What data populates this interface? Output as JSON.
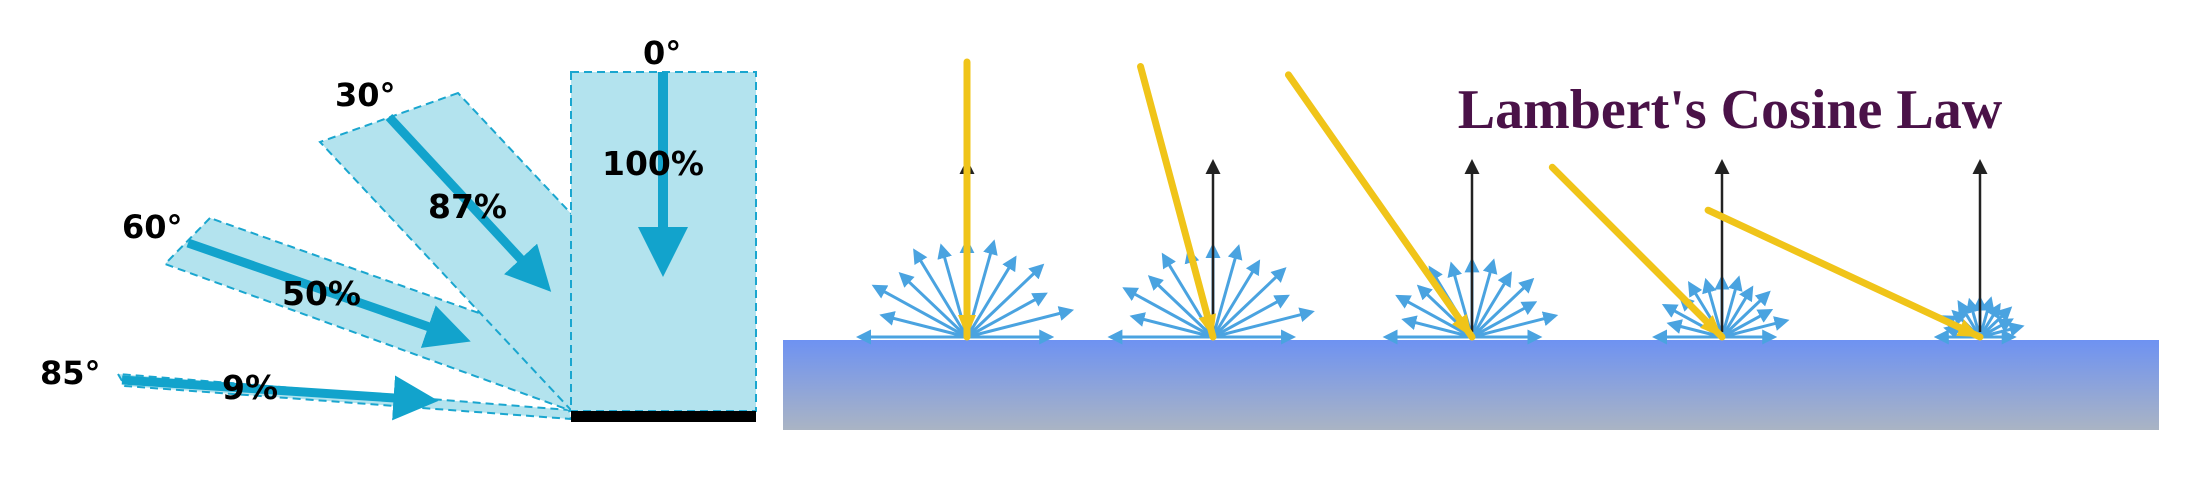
{
  "title": "Lambert's Cosine Law",
  "colors": {
    "beam_fill": "#b3e3ee",
    "beam_edge": "#1aa6cf",
    "beam_arrow": "#12a3cc",
    "sun_ray": "#f0c419",
    "scatter_arrow": "#4aa3e0",
    "normal_arrow": "#222222",
    "surface_top": "#6e92f2",
    "surface_bottom": "#aab4c4",
    "title": "#4a1248"
  },
  "beams": [
    {
      "angle": "0°",
      "percent": "100%",
      "intensity": 1.0
    },
    {
      "angle": "30°",
      "percent": "87%",
      "intensity": 0.87
    },
    {
      "angle": "60°",
      "percent": "50%",
      "intensity": 0.5
    },
    {
      "angle": "85°",
      "percent": "9%",
      "intensity": 0.09
    }
  ],
  "rays": [
    {
      "incidence_deg": 0,
      "scatter_relative_size": 1.0
    },
    {
      "incidence_deg": 15,
      "scatter_relative_size": 0.95
    },
    {
      "incidence_deg": 35,
      "scatter_relative_size": 0.8
    },
    {
      "incidence_deg": 45,
      "scatter_relative_size": 0.62
    },
    {
      "incidence_deg": 65,
      "scatter_relative_size": 0.4
    }
  ]
}
